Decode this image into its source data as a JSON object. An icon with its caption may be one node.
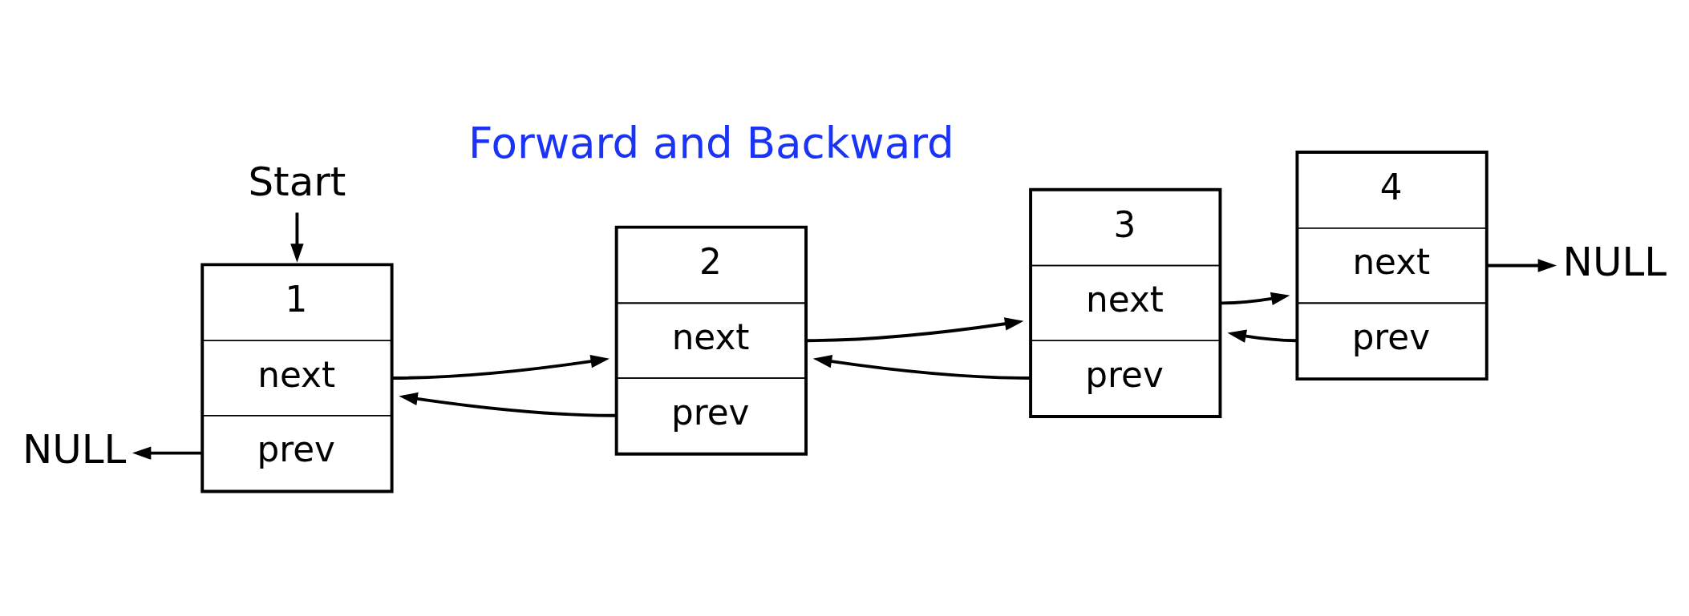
{
  "diagram": {
    "nodes": [
      {
        "text": [
          "Start"
        ]
      },
      {
        "text": [
          "NULL"
        ]
      },
      {
        "text": [
          "1",
          "next",
          "prev"
        ]
      },
      {
        "text": [
          "2",
          "next",
          "prev"
        ]
      },
      {
        "text": [
          "3",
          "next",
          "prev"
        ]
      },
      {
        "text": [
          "4",
          "next",
          "prev"
        ]
      },
      {
        "text": [
          "NULL"
        ]
      }
    ],
    "edges": [
      {
        "from": 0,
        "to": 2,
        "arrow": "to"
      },
      {
        "from": 2,
        "to": 1,
        "arrow": "to"
      },
      {
        "from": 2,
        "to": 3,
        "arrow": "to"
      },
      {
        "from": 3,
        "to": 2,
        "arrow": "to"
      },
      {
        "from": 3,
        "to": 4,
        "arrow": "to"
      },
      {
        "from": 4,
        "to": 3,
        "arrow": "to"
      },
      {
        "from": 4,
        "to": 5,
        "arrow": "to"
      },
      {
        "from": 5,
        "to": 4,
        "arrow": "to"
      },
      {
        "from": 5,
        "to": 6,
        "arrow": "to"
      }
    ],
    "labels": [
      "Forward and Backward"
    ]
  }
}
